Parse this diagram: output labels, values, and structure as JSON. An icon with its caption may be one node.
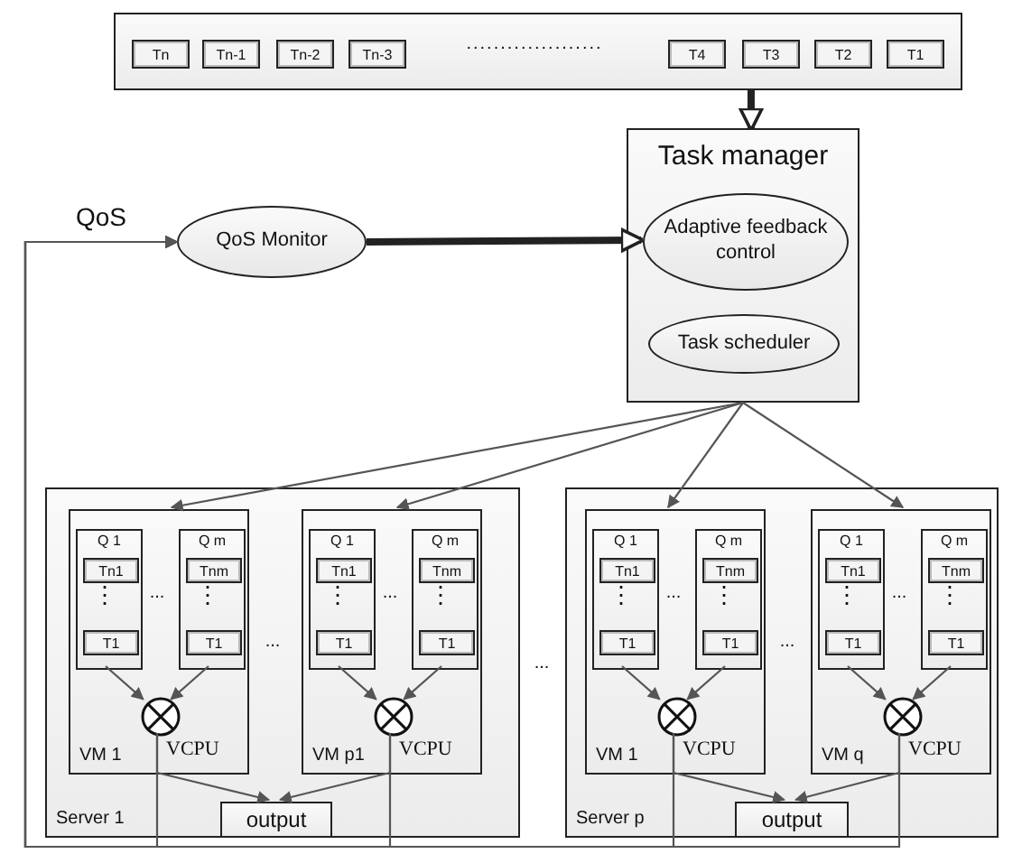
{
  "diagram": {
    "nodes": [
      {
        "text": [],
        "shape": "box"
      },
      {
        "text": [
          "Tn"
        ],
        "in": 0
      },
      {
        "text": [
          "Tn-1"
        ],
        "in": 0
      },
      {
        "text": [
          "Tn-2"
        ],
        "in": 0
      },
      {
        "text": [
          "Tn-3"
        ],
        "in": 0
      },
      {
        "text": [
          "T4"
        ],
        "in": 0
      },
      {
        "text": [
          "T3"
        ],
        "in": 0
      },
      {
        "text": [
          "T2"
        ],
        "in": 0
      },
      {
        "text": [
          "T1"
        ],
        "in": 0
      },
      {
        "text": [
          "QoS Monitor"
        ]
      },
      {
        "text": [
          "Task manager"
        ]
      },
      {
        "text": [
          "Adaptive feedback control"
        ],
        "in": 10
      },
      {
        "text": [
          "Task scheduler"
        ],
        "in": 10
      },
      {
        "text": [
          "Server 1"
        ]
      },
      {
        "text": [
          "VM 1"
        ],
        "in": 13
      },
      {
        "text": [
          "Q 1"
        ],
        "in": 14
      },
      {
        "text": [
          "Tn1"
        ],
        "in": 15
      },
      {
        "text": [
          "T1"
        ],
        "in": 15
      },
      {
        "text": [
          "Q m"
        ],
        "in": 14
      },
      {
        "text": [
          "Tnm"
        ],
        "in": 18
      },
      {
        "text": [
          "T1"
        ],
        "in": 18
      },
      {
        "text": [],
        "shape": "circle",
        "beside": [
          "VCPU"
        ],
        "in": 14
      },
      {
        "text": [
          "VM p1"
        ],
        "in": 13
      },
      {
        "text": [
          "Q 1"
        ],
        "in": 22
      },
      {
        "text": [
          "Tn1"
        ],
        "in": 23
      },
      {
        "text": [
          "T1"
        ],
        "in": 23
      },
      {
        "text": [
          "Q m"
        ],
        "in": 22
      },
      {
        "text": [
          "Tnm"
        ],
        "in": 26
      },
      {
        "text": [
          "T1"
        ],
        "in": 26
      },
      {
        "text": [],
        "shape": "circle",
        "beside": [
          "VCPU"
        ],
        "in": 22
      },
      {
        "text": [
          "output"
        ],
        "in": 13
      },
      {
        "text": [
          "Server p"
        ]
      },
      {
        "text": [
          "VM 1"
        ],
        "in": 31
      },
      {
        "text": [
          "Q 1"
        ],
        "in": 32
      },
      {
        "text": [
          "Tn1"
        ],
        "in": 33
      },
      {
        "text": [
          "T1"
        ],
        "in": 33
      },
      {
        "text": [
          "Q m"
        ],
        "in": 32
      },
      {
        "text": [
          "Tnm"
        ],
        "in": 36
      },
      {
        "text": [
          "T1"
        ],
        "in": 36
      },
      {
        "text": [],
        "shape": "circle",
        "beside": [
          "VCPU"
        ],
        "in": 32
      },
      {
        "text": [
          "VM q"
        ],
        "in": 31
      },
      {
        "text": [
          "Q 1"
        ],
        "in": 40
      },
      {
        "text": [
          "Tn1"
        ],
        "in": 41
      },
      {
        "text": [
          "T1"
        ],
        "in": 41
      },
      {
        "text": [
          "Q m"
        ],
        "in": 40
      },
      {
        "text": [
          "Tnm"
        ],
        "in": 44
      },
      {
        "text": [
          "T1"
        ],
        "in": 44
      },
      {
        "text": [],
        "shape": "circle",
        "beside": [
          "VCPU"
        ],
        "in": 40
      },
      {
        "text": [
          "output"
        ],
        "in": 31
      }
    ],
    "edges": [
      {
        "from": 0,
        "to": 10,
        "arrow": "to",
        "style": "thick"
      },
      {
        "from": 9,
        "to": 11,
        "arrow": "to",
        "style": "thick"
      },
      {
        "from": 10,
        "to": 14,
        "arrow": "to"
      },
      {
        "from": 10,
        "to": 22,
        "arrow": "to"
      },
      {
        "from": 10,
        "to": 32,
        "arrow": "to"
      },
      {
        "from": 10,
        "to": 40,
        "arrow": "to"
      },
      {
        "from": 15,
        "to": 21,
        "arrow": "to"
      },
      {
        "from": 18,
        "to": 21,
        "arrow": "to"
      },
      {
        "from": 21,
        "to": 30,
        "arrow": "to"
      },
      {
        "from": 21,
        "to": 9,
        "arrow": "to"
      },
      {
        "from": 23,
        "to": 29,
        "arrow": "to"
      },
      {
        "from": 26,
        "to": 29,
        "arrow": "to"
      },
      {
        "from": 29,
        "to": 30,
        "arrow": "to"
      },
      {
        "from": 29,
        "to": 9,
        "arrow": "to"
      },
      {
        "from": 33,
        "to": 39,
        "arrow": "to"
      },
      {
        "from": 36,
        "to": 39,
        "arrow": "to"
      },
      {
        "from": 39,
        "to": 48,
        "arrow": "to"
      },
      {
        "from": 39,
        "to": 9,
        "arrow": "to"
      },
      {
        "from": 41,
        "to": 47,
        "arrow": "to"
      },
      {
        "from": 44,
        "to": 47,
        "arrow": "to"
      },
      {
        "from": 47,
        "to": 48,
        "arrow": "to"
      },
      {
        "from": 47,
        "to": 9,
        "arrow": "to"
      }
    ],
    "labels": [
      "....................",
      "QoS",
      "⋮",
      "...",
      "⋮",
      "...",
      "⋮",
      "...",
      "⋮",
      "...",
      "⋮",
      "...",
      "⋮",
      "...",
      "⋮",
      "...",
      "⋮"
    ]
  }
}
